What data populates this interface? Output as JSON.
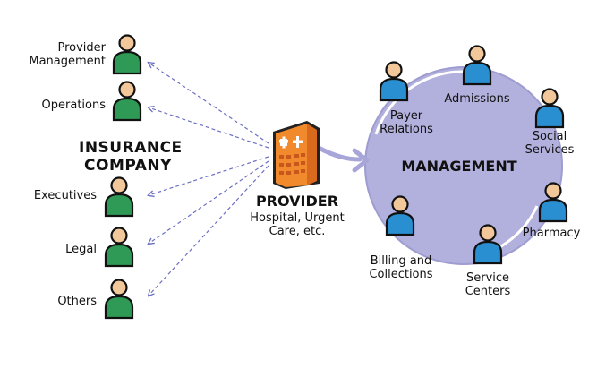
{
  "insurance": {
    "title_line1": "INSURANCE",
    "title_line2": "COMPANY",
    "roles": {
      "provider_management_l1": "Provider",
      "provider_management_l2": "Management",
      "operations": "Operations",
      "executives": "Executives",
      "legal": "Legal",
      "others": "Others"
    }
  },
  "provider": {
    "title": "PROVIDER",
    "subtitle_l1": "Hospital, Urgent",
    "subtitle_l2": "Care, etc."
  },
  "management": {
    "title": "MANAGEMENT",
    "roles": {
      "payer_relations_l1": "Payer",
      "payer_relations_l2": "Relations",
      "admissions": "Admissions",
      "social_services_l1": "Social",
      "social_services_l2": "Services",
      "pharmacy": "Pharmacy",
      "service_centers_l1": "Service",
      "service_centers_l2": "Centers",
      "billing_l1": "Billing and",
      "billing_l2": "Collections"
    }
  },
  "colors": {
    "insurance_person": "#2e9a55",
    "management_person": "#2a8fd0",
    "management_circle": "#b2b0dc",
    "connector": "#6b6fc2",
    "building": "#f08a2c"
  }
}
